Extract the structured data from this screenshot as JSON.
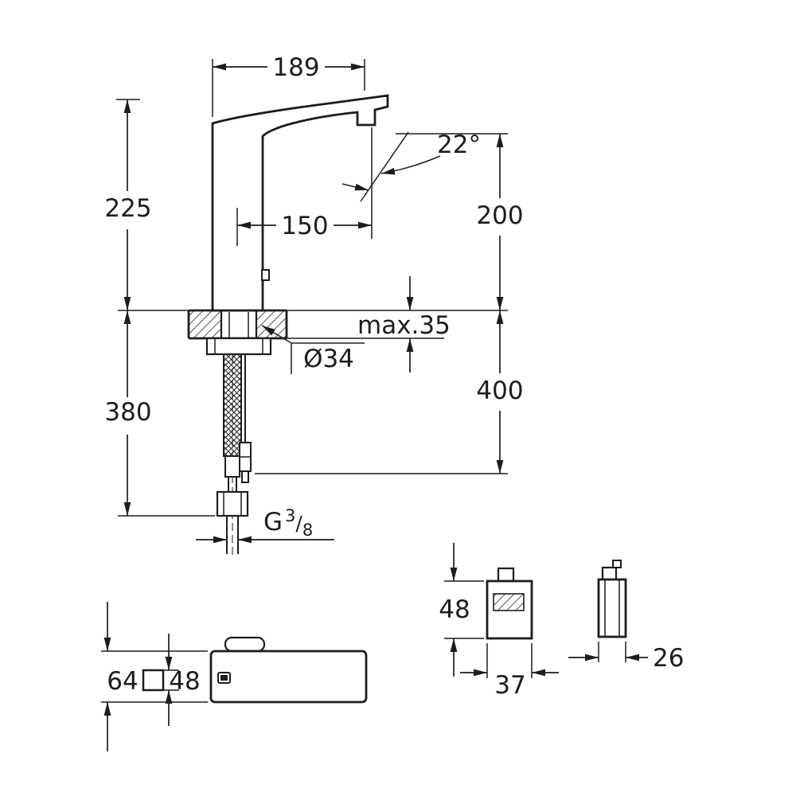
{
  "colors": {
    "line": "#1d1d1b",
    "background": "#ffffff"
  },
  "main_view": {
    "spout_width": "189",
    "height_above_deck": "225",
    "spray_angle": "22°",
    "spout_reach": "150",
    "outlet_height": "200",
    "max_deck_thickness": "max.35",
    "hole_diameter": "Ø34",
    "below_deck_height": "380",
    "supply_length": "400",
    "thread": {
      "prefix": "G",
      "numerator": "3",
      "slash": "/",
      "denominator": "8"
    }
  },
  "top_view": {
    "depth": "64",
    "square_size": "48"
  },
  "control_box": {
    "front_height": "48",
    "front_width": "37",
    "side_depth": "26"
  }
}
